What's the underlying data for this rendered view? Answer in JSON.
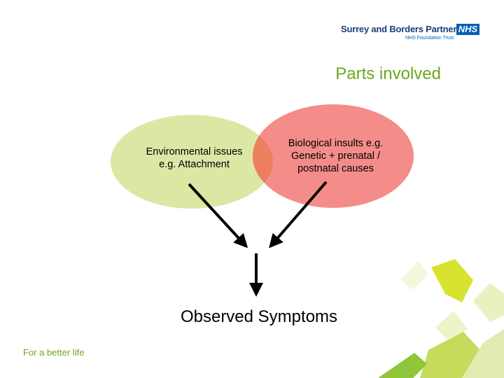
{
  "header": {
    "org_name": "Surrey and Borders Partnership",
    "nhs_badge": "NHS",
    "org_sub": "NHS Foundation Trust"
  },
  "slide": {
    "title": "Parts involved"
  },
  "venn": {
    "left": {
      "label": "Environmental issues e.g. Attachment",
      "color": "#dbe8a4"
    },
    "right": {
      "label": "Biological insults e.g. Genetic + prenatal / postnatal causes",
      "color": "#f48c8a"
    },
    "overlap_color": "#ec7f60"
  },
  "result": {
    "label": "Observed Symptoms"
  },
  "footer": {
    "tagline": "For a better life"
  },
  "colors": {
    "accent_green": "#6ea51e",
    "lime": "#c8dc2c",
    "nhs_blue": "#005eb8",
    "arrow": "#000000"
  }
}
